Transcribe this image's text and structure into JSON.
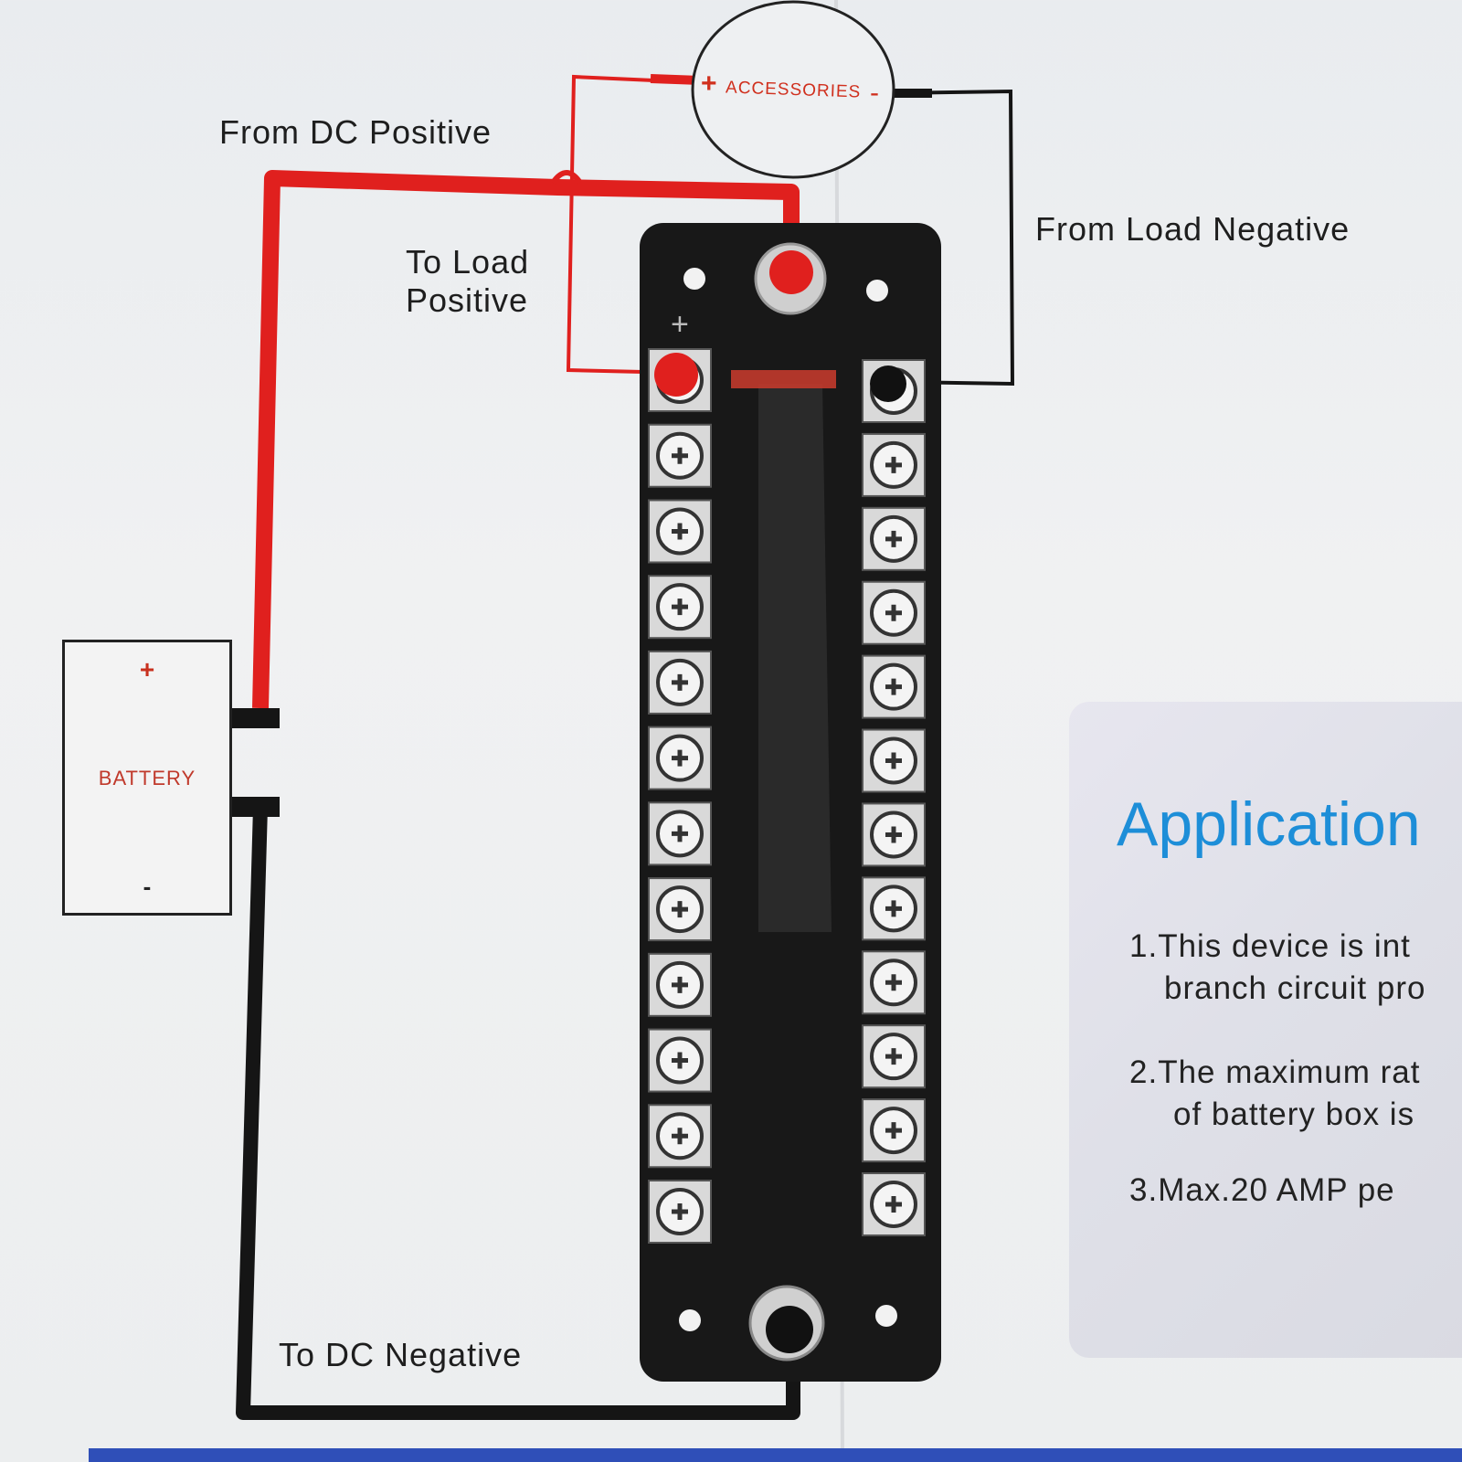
{
  "labels": {
    "from_dc_positive": "From DC Positive",
    "to_load_positive_line1": "To Load",
    "to_load_positive_line2": "Positive",
    "from_load_negative": "From Load Negative",
    "to_dc_negative": "To DC Negative"
  },
  "accessories": {
    "plus": "+",
    "label": "ACCESSORIES",
    "minus": "-"
  },
  "battery": {
    "plus": "+",
    "label": "BATTERY",
    "minus": "-"
  },
  "fuse_block": {
    "plus_marking": "+",
    "circuits_per_side": 12
  },
  "application": {
    "title": "Application",
    "items": [
      {
        "line1": "1.This device is int",
        "line2": "branch circuit pro"
      },
      {
        "line1": "2.The maximum rat",
        "line2": "of battery box is"
      },
      {
        "line1": "3.Max.20 AMP pe",
        "line2": ""
      }
    ]
  },
  "colors": {
    "positive_wire": "#e0201e",
    "negative_wire": "#151515",
    "accent_blue": "#1d8ed8",
    "band_blue": "#2f4fb8",
    "battery_text": "#c0392b"
  }
}
